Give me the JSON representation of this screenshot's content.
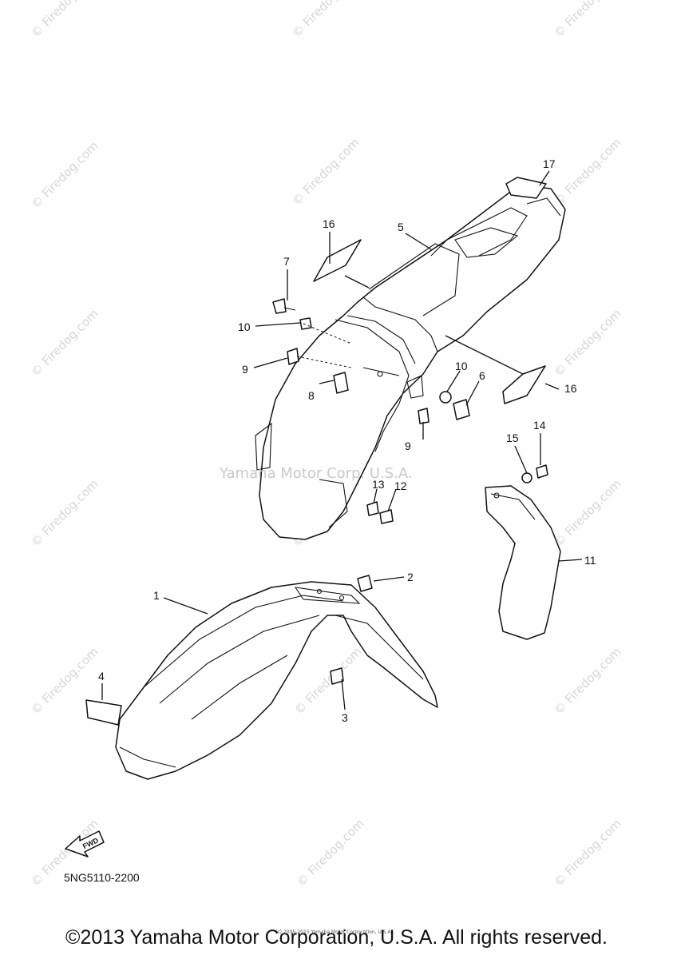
{
  "diagram": {
    "callouts": [
      "1",
      "2",
      "3",
      "4",
      "5",
      "6",
      "7",
      "8",
      "9",
      "9",
      "10",
      "10",
      "11",
      "12",
      "13",
      "14",
      "15",
      "16",
      "16",
      "17"
    ],
    "fwd_label": "FWD",
    "part_code": "5NG5110-2200",
    "center_watermark": "Yamaha Motor Corp. U.S.A.",
    "tile_watermark": "© Firedog.com",
    "small_copyright": "(c) 2005-2015 Yamaha Motor Corporation, U.S.A.",
    "footer": "©2013 Yamaha Motor Corporation, U.S.A. All rights reserved."
  },
  "colors": {
    "ink": "#111111",
    "watermark": "#d6d6d6",
    "background": "#ffffff"
  }
}
